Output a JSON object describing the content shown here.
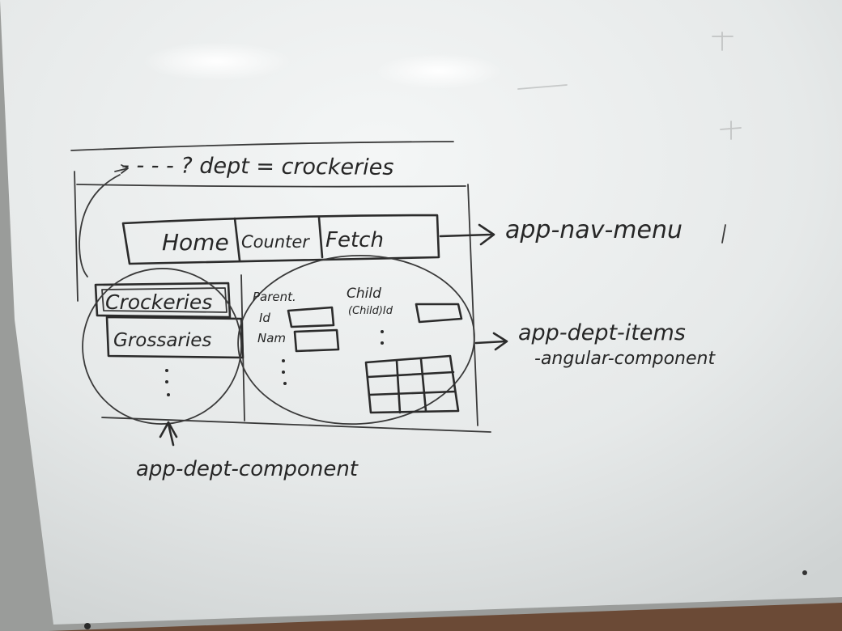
{
  "board": {
    "url_text": "- - - - ? dept = crockeries",
    "nav_menu": {
      "items": [
        "Home",
        "Counter",
        "Fetch"
      ],
      "annotation": "app-nav-menu"
    },
    "dept_list": {
      "items": [
        "Crockeries",
        "Grossaries"
      ],
      "annotation": "app-dept-component"
    },
    "items_panel": {
      "parent_label": "Parent.",
      "parent_fields": [
        "Id",
        "Nam"
      ],
      "child_label": "Child",
      "child_field": "(Child)Id",
      "annotation_line1": "app-dept-items",
      "annotation_line2": "-angular-component"
    }
  },
  "colors": {
    "board": "#e9ecec",
    "ink": "#2b2b2b",
    "frame": "#9a9c9a",
    "wall": "#6b4a36"
  }
}
